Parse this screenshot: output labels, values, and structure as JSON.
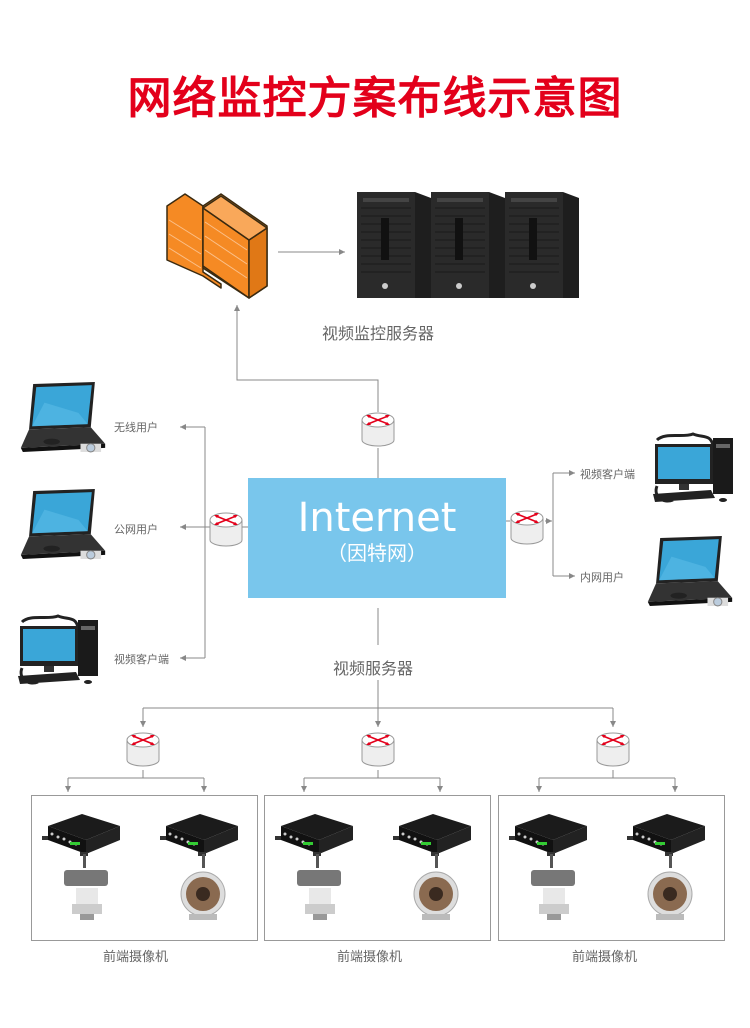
{
  "title": "网络监控方案布线示意图",
  "colors": {
    "title": "#e3001b",
    "internet_box": "#79c6ec",
    "firewall": "#f58a24",
    "router_arrow": "#e3001b",
    "wire": "#888888"
  },
  "top": {
    "firewall_icon": "firewall-icon",
    "servers": {
      "icon": "tower-server-icon",
      "count": 3,
      "label": "视频监控服务器"
    }
  },
  "internet": {
    "title": "Internet",
    "subtitle": "（因特网）"
  },
  "left_clients": [
    {
      "label": "无线用户",
      "icon": "laptop-icon"
    },
    {
      "label": "公网用户",
      "icon": "laptop-icon"
    },
    {
      "label": "视频客户端",
      "icon": "desktop-pc-icon"
    }
  ],
  "right_clients": [
    {
      "label": "视频客户端",
      "icon": "desktop-pc-icon"
    },
    {
      "label": "内网用户",
      "icon": "laptop-icon"
    }
  ],
  "video_server_label": "视频服务器",
  "front_groups": [
    {
      "label": "前端摄像机",
      "devices": [
        "dvr-encoder-icon",
        "dvr-encoder-icon",
        "ptz-camera-icon",
        "ir-bullet-camera-icon"
      ]
    },
    {
      "label": "前端摄像机",
      "devices": [
        "dvr-encoder-icon",
        "dvr-encoder-icon",
        "ptz-camera-icon",
        "ir-bullet-camera-icon"
      ]
    },
    {
      "label": "前端摄像机",
      "devices": [
        "dvr-encoder-icon",
        "dvr-encoder-icon",
        "ptz-camera-icon",
        "ir-bullet-camera-icon"
      ]
    }
  ]
}
